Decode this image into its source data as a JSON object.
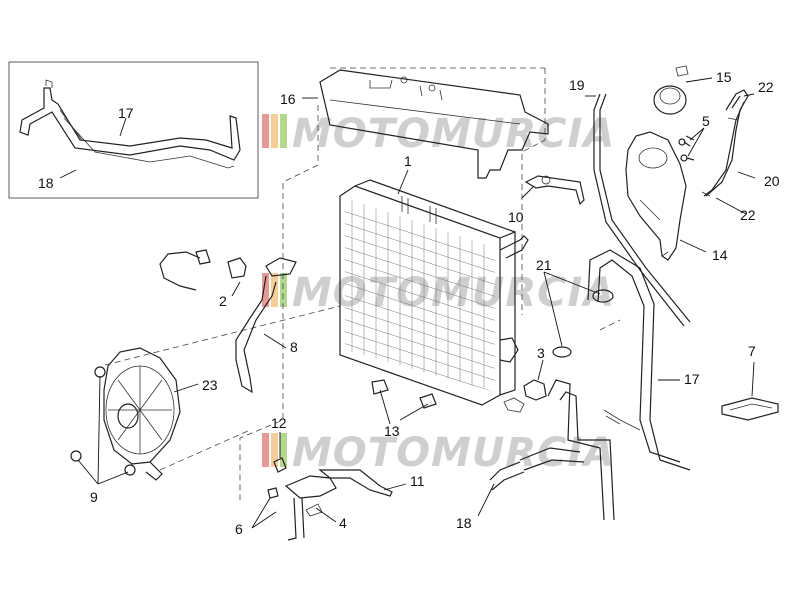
{
  "watermark": {
    "text": "MOTOMURCIA"
  },
  "labels": {
    "p1": "1",
    "p2": "2",
    "p3": "3",
    "p4": "4",
    "p5": "5",
    "p6": "6",
    "p7": "7",
    "p8": "8",
    "p9": "9",
    "p10": "10",
    "p11": "11",
    "p12": "12",
    "p13": "13",
    "p14": "14",
    "p15": "15",
    "p16": "16",
    "p17_inset": "17",
    "p17": "17",
    "p18_inset": "18",
    "p18": "18",
    "p19": "19",
    "p20": "20",
    "p21": "21",
    "p22_top": "22",
    "p22_bottom": "22",
    "p23": "23"
  },
  "colors": {
    "stripe_red": "#d9534f",
    "stripe_orange": "#f0ad4e",
    "stripe_green": "#7fbf3f",
    "watermark": "#cfcfcf",
    "line": "#222222"
  }
}
